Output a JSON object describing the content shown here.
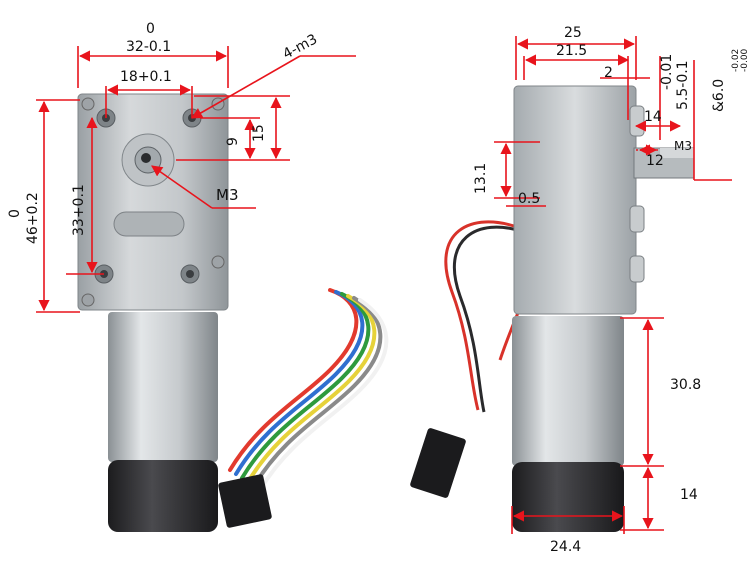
{
  "colors": {
    "dimension_line": "#e8141c",
    "housing": "#b9bdbf",
    "motor_body": "#c9cdd0",
    "end_cap": "#2b2b2e"
  },
  "left_view": {
    "dim_width_top": "0",
    "dim_width_bottom": "32-0.1",
    "dim_hole_spacing": "18+0.1",
    "dim_thread": "4-m3",
    "dim_15": "15",
    "dim_9": "9",
    "dim_shaft_thread": "M3",
    "dim_height_top": "0",
    "dim_height_bottom": "46+0.2",
    "dim_hole_vertical": "33+0.1"
  },
  "right_view": {
    "dim_25": "25",
    "dim_21_5": "21.5",
    "dim_2": "2",
    "dim_shaft_dia_top": "-0.01",
    "dim_shaft_dia_bottom": "5.5-0.1",
    "dim_outer_dia_main": "&6.0",
    "dim_outer_tol_upper": "-0.02",
    "dim_outer_tol_lower": "-0.00",
    "dim_14_top": "14",
    "dim_12": "12",
    "dim_m3": "M3",
    "dim_13_1": "13.1",
    "dim_0_5": "0.5",
    "dim_30_8": "30.8",
    "dim_14_bottom": "14",
    "dim_24_4": "24.4"
  }
}
